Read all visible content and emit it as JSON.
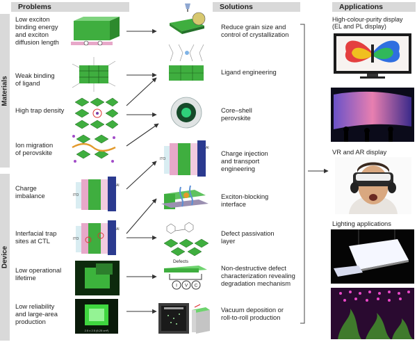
{
  "headers": {
    "problems": "Problems",
    "solutions": "Solutions",
    "applications": "Applications"
  },
  "side_labels": {
    "materials": "Materials",
    "device": "Device"
  },
  "problems": [
    "Low exciton\nbinding energy\nand exciton\ndiffusion length",
    "Weak binding\nof ligand",
    "High trap density",
    "Ion migration\nof perovskite",
    "Charge\nimbalance",
    "Interfacial trap\nsites at CTL",
    "Low operational\nlifetime",
    "Low reliability\nand large-area\nproduction"
  ],
  "solutions": [
    "Reduce grain size and\ncontrol of crystallization",
    "Ligand engineering",
    "Core–shell\nperovskite",
    "Charge injection\nand transport\nengineering",
    "Exciton-blocking\ninterface",
    "Defect passivation\nlayer",
    "Non-destructive defect\ncharacterization revealing\ndegradation mechanism",
    "Vacuum deposition or\nroll-to-roll production"
  ],
  "applications": [
    "High-colour-purity display\n(EL and PL display)",
    "VR and AR display",
    "Lighting applications"
  ],
  "diagram_labels": {
    "defects": "Defects",
    "ito": "ITO",
    "al": "Al",
    "ivc_i": "I",
    "ivc_v": "V",
    "ivc_c": "C",
    "sample_caption": "2.5 x 2.5 (6.25 cm²)"
  },
  "colors": {
    "header_bg": "#d9d9d9",
    "perovskite_green": "#3fae3f",
    "arrow": "#333333",
    "electrode_blue": "#2b3a8f",
    "htl_pink": "#e7a8c9"
  }
}
